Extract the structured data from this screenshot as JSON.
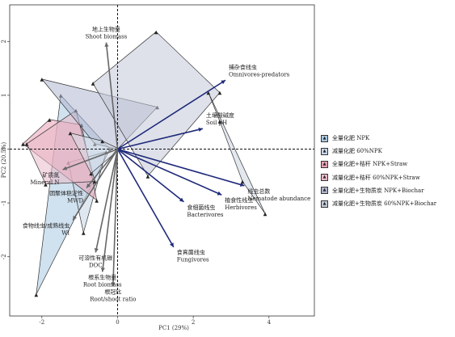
{
  "chart_data": {
    "type": "scatter",
    "xlabel": "PC1 (29%)",
    "ylabel": "PC2 (20.5%)",
    "xlim": [
      -2.85,
      5.2
    ],
    "ylim": [
      -3.1,
      2.68
    ],
    "x_ticks": [
      "-2",
      "0",
      "2",
      "4"
    ],
    "y_ticks": [
      "2",
      "1",
      "0",
      "-1",
      "-2"
    ],
    "treatments": [
      {
        "label_zh": "全量化肥",
        "label_en": "NPK",
        "symbol": "▲",
        "color": "#a9c9e2",
        "hull": [
          [
            -2.15,
            -2.7
          ],
          [
            -1.5,
            1.0
          ],
          [
            -0.2,
            0.0
          ]
        ]
      },
      {
        "label_zh": "减量化肥",
        "label_en": "60%NPK",
        "symbol": "▲",
        "color": "#c5d6e6",
        "hull": [
          [
            -1.3,
            -0.25
          ],
          [
            -0.9,
            -1.55
          ],
          [
            -0.3,
            -0.05
          ]
        ]
      },
      {
        "label_zh": "全量化肥+秸秆",
        "label_en": "NPK+Straw",
        "symbol": "▲",
        "color": "#e7a1b5",
        "hull": [
          [
            -2.5,
            0.1
          ],
          [
            -1.8,
            0.55
          ],
          [
            -0.95,
            0.45
          ],
          [
            -0.55,
            -0.95
          ]
        ]
      },
      {
        "label_zh": "减量化肥+秸秆",
        "label_en": "60%NPK+Straw",
        "symbol": "▲",
        "color": "#eab9c8",
        "hull": [
          [
            -2.4,
            0.1
          ],
          [
            -1.1,
            0.72
          ],
          [
            -0.6,
            -0.6
          ],
          [
            -1.9,
            -0.65
          ]
        ]
      },
      {
        "label_zh": "全量化肥+生物质炭",
        "label_en": "NPK+Biochar",
        "symbol": "▲",
        "color": "#b0b6cf",
        "hull": [
          [
            -2.0,
            1.3
          ],
          [
            1.05,
            0.78
          ],
          [
            0.0,
            0.0
          ],
          [
            -0.6,
            0.1
          ]
        ]
      },
      {
        "label_zh": "减量化肥+生物质炭",
        "label_en": "60%NPK+Biochar",
        "symbol": "▲",
        "color": "#c2c9d7",
        "hull": [
          [
            1.02,
            2.18
          ],
          [
            -0.65,
            1.22
          ],
          [
            0.8,
            -0.5
          ],
          [
            2.7,
            1.05
          ]
        ]
      }
    ],
    "extra_hulls": [
      {
        "color": "#ccd6e2",
        "points": [
          [
            2.7,
            0.52
          ],
          [
            2.4,
            1.05
          ],
          [
            3.9,
            -1.2
          ],
          [
            3.3,
            -0.6
          ]
        ]
      },
      {
        "color": "#d7dce8",
        "points": [
          [
            -1.25,
            0.3
          ],
          [
            -0.7,
            -0.45
          ],
          [
            0.05,
            0.0
          ],
          [
            -0.4,
            0.15
          ]
        ]
      }
    ],
    "variables": [
      {
        "zh": "地上生物量",
        "en": "Shoot biomass",
        "x": -0.3,
        "y": 1.98
      },
      {
        "zh": "捕杂食线虫",
        "en": "Omnivores-predators",
        "x": 2.85,
        "y": 1.28
      },
      {
        "zh": "土壤酸碱度",
        "en": "Soil pH",
        "x": 2.25,
        "y": 0.38
      },
      {
        "zh": "线虫总数",
        "en": "Nematode abundance",
        "x": 3.35,
        "y": -0.68
      },
      {
        "zh": "植食性线虫",
        "en": "Herbivores",
        "x": 2.75,
        "y": -0.85
      },
      {
        "zh": "食细菌线虫",
        "en": "Bacterivores",
        "x": 1.75,
        "y": -0.98
      },
      {
        "zh": "食真菌线虫",
        "en": "Fungivores",
        "x": 1.48,
        "y": -1.82
      },
      {
        "zh": "矿质氮",
        "en": "Mineral N",
        "x": -1.45,
        "y": -0.38
      },
      {
        "zh": "团聚体稳定性",
        "en": "MWD",
        "x": -0.82,
        "y": -0.72
      },
      {
        "zh": "食物线虫/成熟线虫",
        "en": "WI",
        "x": -1.18,
        "y": -1.32
      },
      {
        "zh": "可溶性有机碳",
        "en": "DOC",
        "x": -0.58,
        "y": -1.92
      },
      {
        "zh": "根系生物量",
        "en": "Root biomass",
        "x": -0.4,
        "y": -2.28
      },
      {
        "zh": "根冠比",
        "en": "Root/shoot ratio",
        "x": -0.12,
        "y": -2.55
      }
    ]
  }
}
